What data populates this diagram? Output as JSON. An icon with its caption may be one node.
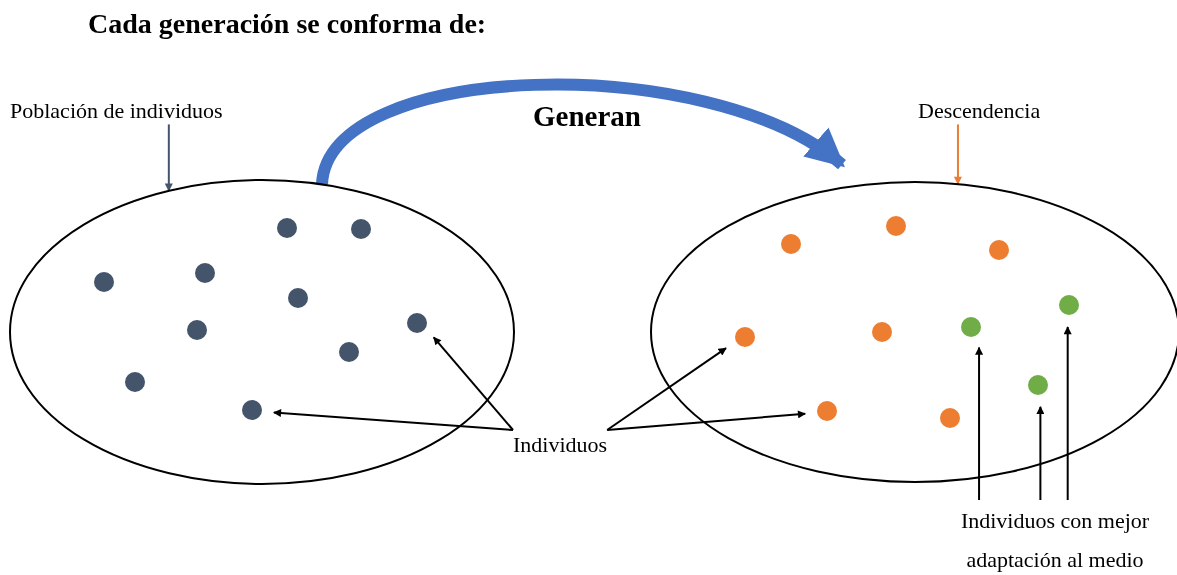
{
  "diagram": {
    "title": "Cada generación se conforma de:",
    "nodes": [
      {
        "text": [
          "Población de individuos"
        ]
      },
      {
        "text": [],
        "shape": "ellipse"
      },
      {
        "text": [
          "Descendencia"
        ]
      },
      {
        "text": [],
        "shape": "ellipse"
      },
      {
        "text": [],
        "shape": "circle",
        "in": 1
      },
      {
        "text": [],
        "shape": "circle",
        "in": 1
      },
      {
        "text": [],
        "shape": "circle",
        "in": 1
      },
      {
        "text": [],
        "shape": "circle",
        "in": 1
      },
      {
        "text": [],
        "shape": "circle",
        "in": 1
      },
      {
        "text": [],
        "shape": "circle",
        "in": 1
      },
      {
        "text": [],
        "shape": "circle",
        "in": 1
      },
      {
        "text": [],
        "shape": "circle",
        "in": 1
      },
      {
        "text": [],
        "shape": "circle",
        "in": 1
      },
      {
        "text": [],
        "shape": "circle",
        "in": 1
      },
      {
        "text": [],
        "shape": "circle",
        "in": 3
      },
      {
        "text": [],
        "shape": "circle",
        "in": 3
      },
      {
        "text": [],
        "shape": "circle",
        "in": 3
      },
      {
        "text": [],
        "shape": "circle",
        "in": 3
      },
      {
        "text": [],
        "shape": "circle",
        "in": 3
      },
      {
        "text": [],
        "shape": "circle",
        "in": 3
      },
      {
        "text": [],
        "shape": "circle",
        "in": 3
      },
      {
        "text": [],
        "shape": "circle",
        "in": 3
      },
      {
        "text": [],
        "shape": "circle",
        "in": 3
      },
      {
        "text": [],
        "shape": "circle",
        "in": 3
      },
      {
        "text": [
          "Individuos"
        ]
      },
      {
        "text": [
          "Individuos con mejor adaptación al medio"
        ]
      }
    ],
    "edges": [
      {
        "from": 0,
        "to": 1,
        "arrow": "to",
        "color": "#44546a"
      },
      {
        "from": 2,
        "to": 3,
        "arrow": "to",
        "color": "#ed7d31"
      },
      {
        "from": 1,
        "to": 3,
        "arrow": "to",
        "label": "Generan",
        "style": "thick",
        "color": "#4472c4"
      },
      {
        "from": 24,
        "to": 13,
        "arrow": "to"
      },
      {
        "from": 24,
        "to": 9,
        "arrow": "to"
      },
      {
        "from": 24,
        "to": 20,
        "arrow": "to"
      },
      {
        "from": 24,
        "to": 22,
        "arrow": "to"
      },
      {
        "from": 25,
        "to": 18,
        "arrow": "to"
      },
      {
        "from": 25,
        "to": 21,
        "arrow": "to"
      },
      {
        "from": 25,
        "to": 17,
        "arrow": "to"
      }
    ]
  }
}
